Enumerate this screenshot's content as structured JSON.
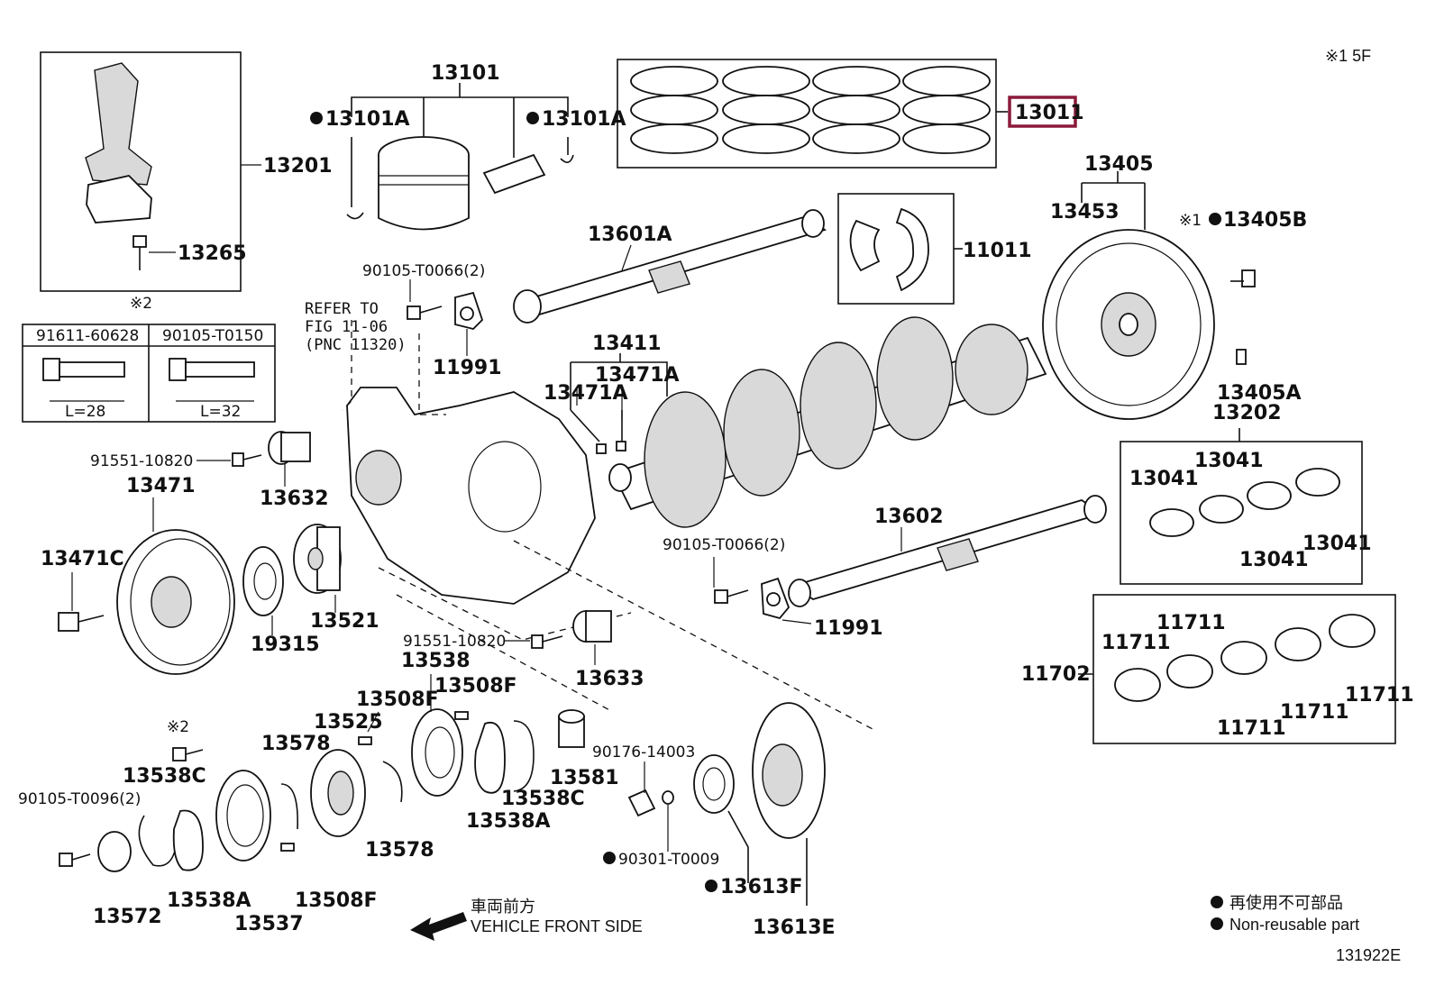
{
  "page_corner_tag": "※1 5F",
  "figure_id": "131922E",
  "highlight_color": "#8b1a3a",
  "callouts": {
    "c13101": "13101",
    "c13101A_l": "13101A",
    "c13101A_r": "13101A",
    "c13011": "13011",
    "c13201": "13201",
    "c13265": "13265",
    "c13405": "13405",
    "c13453": "13453",
    "c13405B": "13405B",
    "c13405B_pre": "※1",
    "c13601A": "13601A",
    "c11011": "11011",
    "c90105_T0066_a": "90105-T0066(2)",
    "c11991_a": "11991",
    "c13411": "13411",
    "c13471A_a": "13471A",
    "c13471A_b": "13471A",
    "c13405A": "13405A",
    "c13202": "13202",
    "c13041_a": "13041",
    "c13041_b": "13041",
    "c13041_c": "13041",
    "c13041_d": "13041",
    "c91551_a": "91551-10820",
    "c13632": "13632",
    "c13471": "13471",
    "c13471C": "13471C",
    "c19315": "19315",
    "c13521": "13521",
    "c13602": "13602",
    "c90105_T0066_b": "90105-T0066(2)",
    "c11991_b": "11991",
    "c91551_b": "91551-10820",
    "c13633": "13633",
    "c13538": "13538",
    "c13508F_a": "13508F",
    "c13508F_b": "13508F",
    "c13508F_c": "13508F",
    "c13525": "13525",
    "c13578_a": "13578",
    "c13578_b": "13578",
    "c13538C_a": "13538C",
    "c13538C_b": "13538C",
    "c13538A_a": "13538A",
    "c13538A_b": "13538A",
    "c13581": "13581",
    "c90176": "90176-14003",
    "c90301": "90301-T0009",
    "c13613F": "13613F",
    "c13613E": "13613E",
    "c90105_T0096": "90105-T0096(2)",
    "c13572": "13572",
    "c13537": "13537",
    "c11702": "11702",
    "c11711_a": "11711",
    "c11711_b": "11711",
    "c11711_c": "11711",
    "c11711_d": "11711",
    "c11711_e": "11711",
    "ref_note_star2": "※2",
    "star2_b": "※2"
  },
  "refer_note": {
    "line1": "REFER TO",
    "line2": "FIG 11-06",
    "line3": "(PNC 11320)"
  },
  "bolt_table": {
    "col1_part": "91611-60628",
    "col2_part": "90105-T0150",
    "col1_len": "L=28",
    "col2_len": "L=32"
  },
  "direction": {
    "jp": "車両前方",
    "en": "VEHICLE FRONT SIDE"
  },
  "legend": {
    "jp": "再使用不可部品",
    "en": "Non-reusable part"
  },
  "icons": {
    "non_reusable_marker": "filled-circle-icon",
    "front_arrow": "arrow-left-icon"
  }
}
